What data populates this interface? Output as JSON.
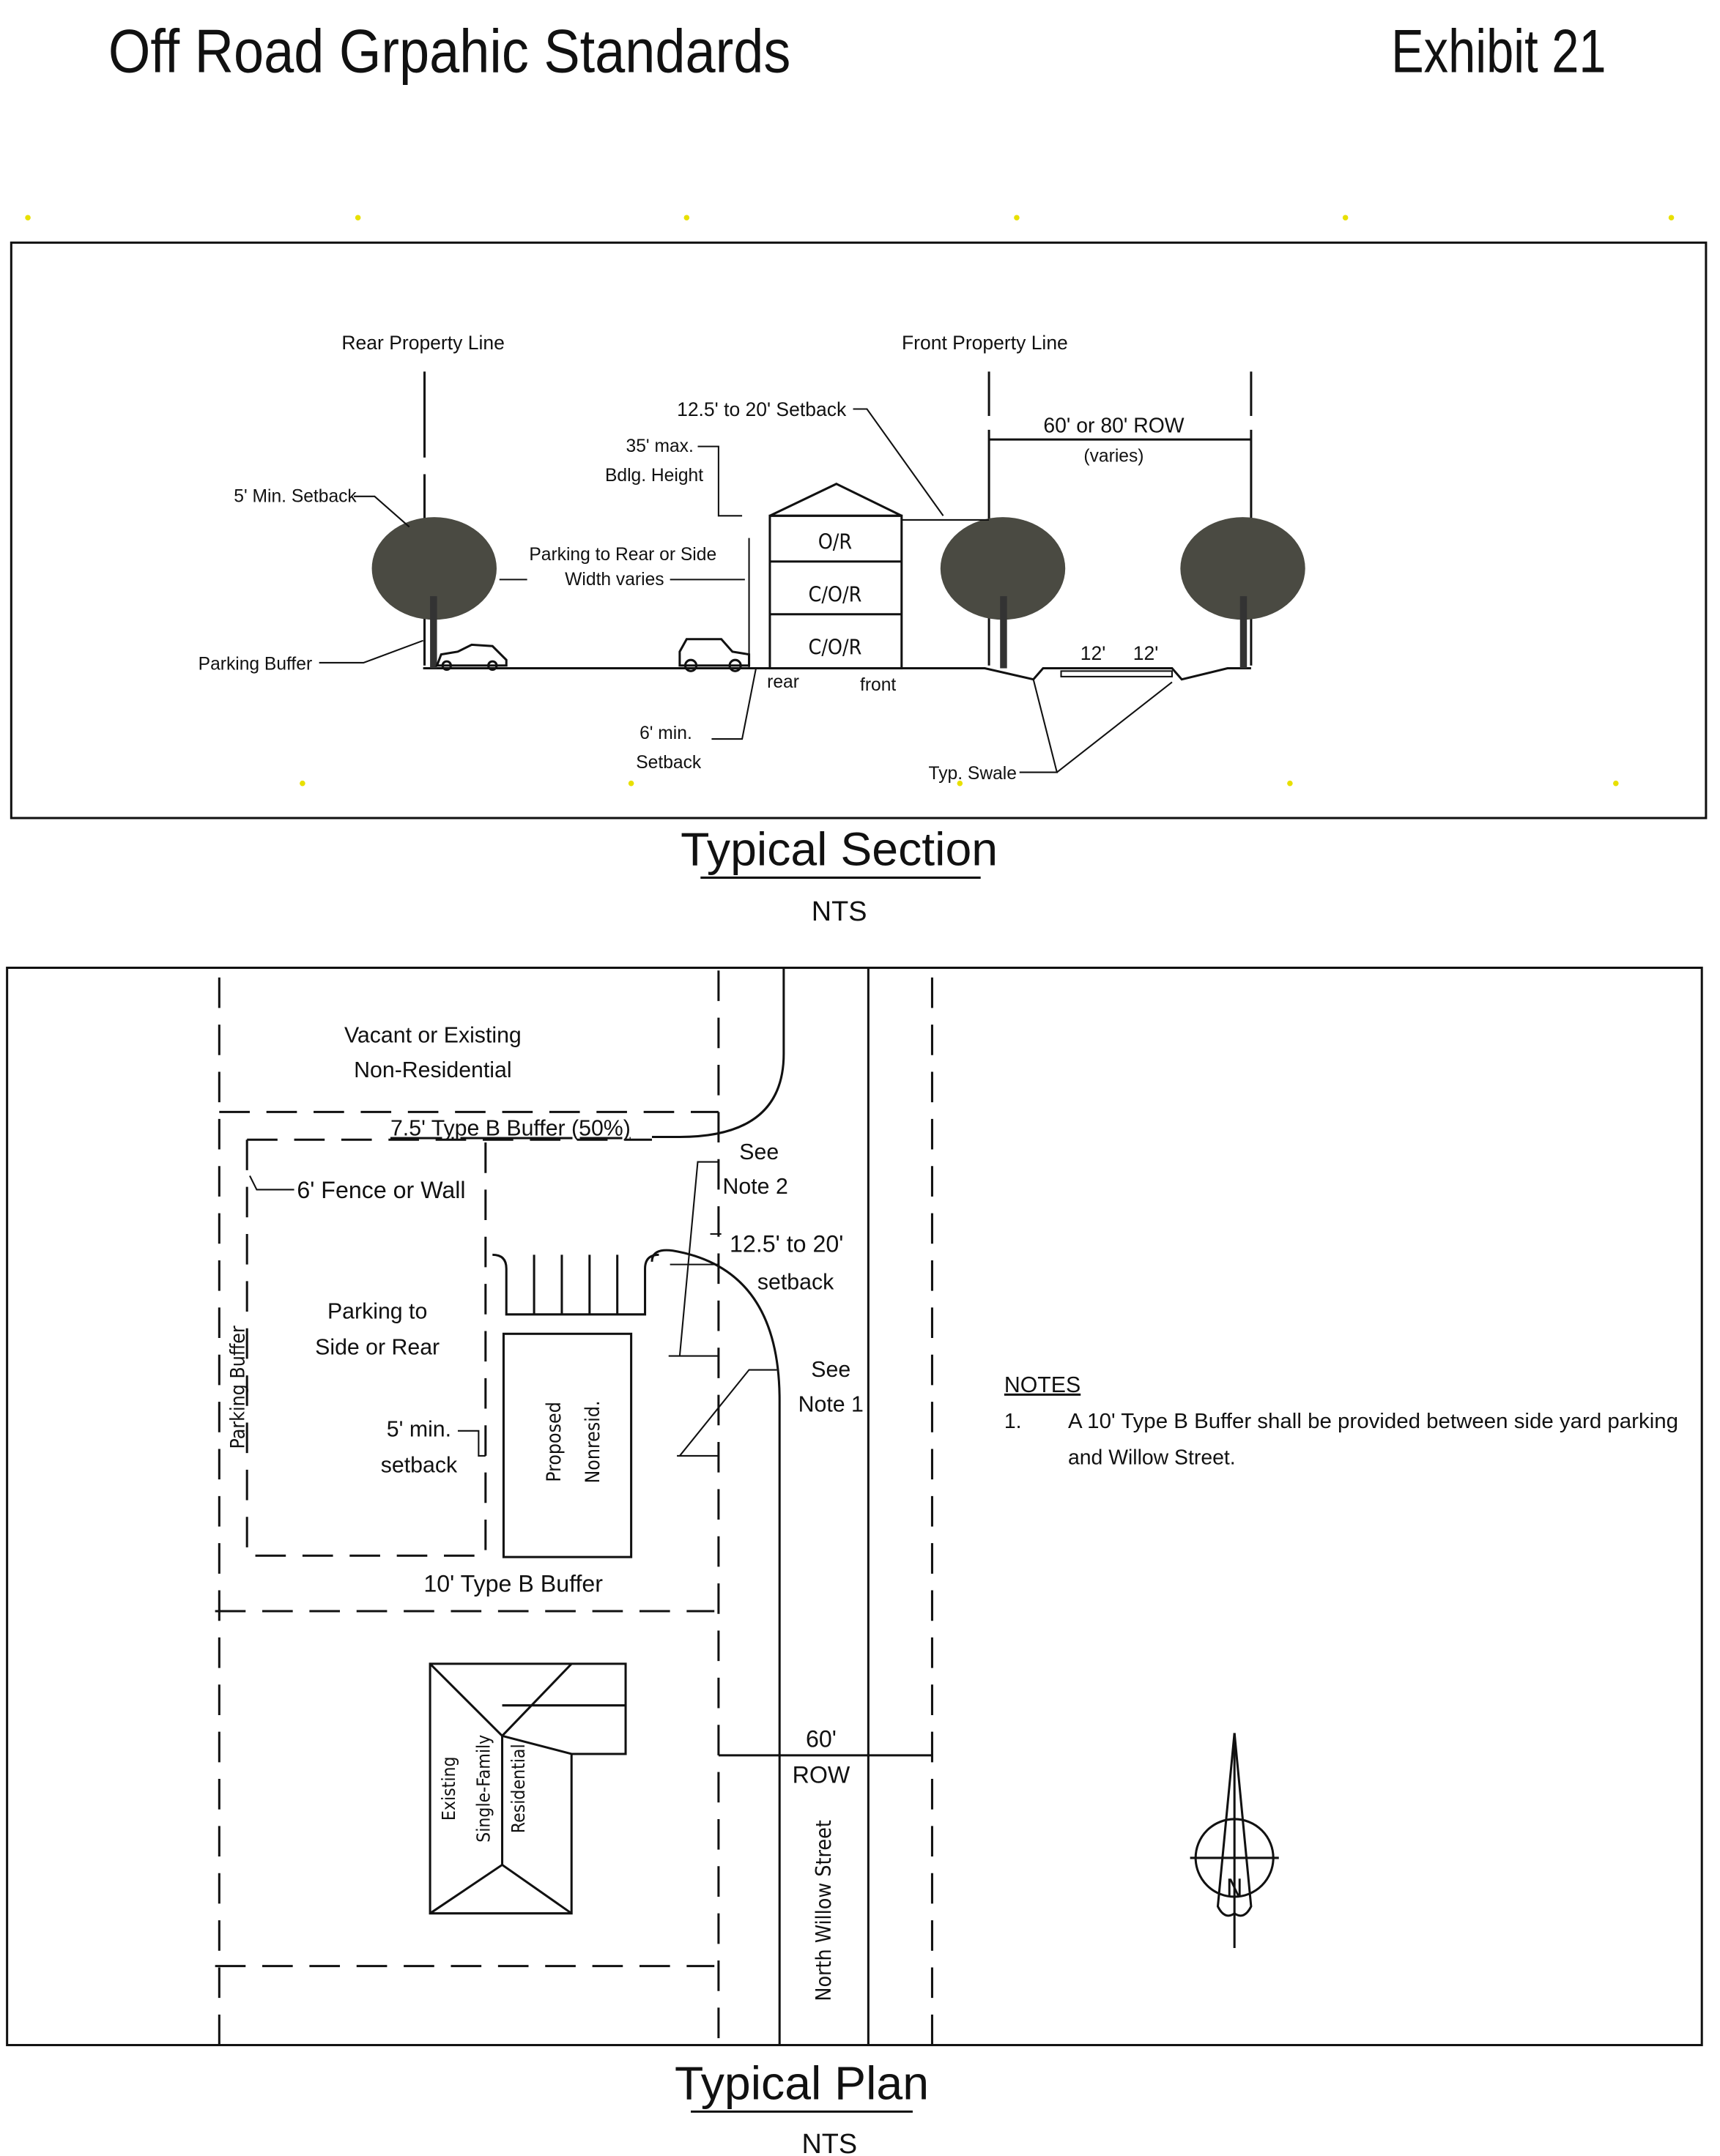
{
  "header": {
    "title": "Off Road Grpahic Standards",
    "exhibit": "Exhibit 21"
  },
  "section": {
    "title": "Typical Section",
    "scale": "NTS",
    "labels": {
      "rear_property_line": "Rear Property Line",
      "front_property_line": "Front Property Line",
      "front_setback": "12.5' to 20' Setback",
      "max_height_1": "35' max.",
      "max_height_2": "Bdlg. Height",
      "row_1": "60' or 80' ROW",
      "row_2": "(varies)",
      "min_setback": "5' Min. Setback",
      "parking_1": "Parking to Rear or Side",
      "parking_2": "Width varies",
      "parking_buffer": "Parking Buffer",
      "rear": "rear",
      "front": "front",
      "side_setback_1": "6' min.",
      "side_setback_2": "Setback",
      "swale": "Typ. Swale",
      "lane_1": "12'",
      "lane_2": "12'"
    },
    "floors": [
      "O/R",
      "C/O/R",
      "C/O/R"
    ]
  },
  "plan": {
    "title": "Typical Plan",
    "scale": "NTS",
    "labels": {
      "vacant_1": "Vacant or Existing",
      "vacant_2": "Non-Residential",
      "buffer_75": "7.5' Type B Buffer (50%)",
      "fence": "6' Fence or Wall",
      "see_note2_1": "See",
      "see_note2_2": "Note 2",
      "setback_1": "12.5' to 20'",
      "setback_2": "setback",
      "parking_1": "Parking to",
      "parking_2": "Side or Rear",
      "parking_buffer": "Parking Buffer",
      "see_note1_1": "See",
      "see_note1_2": "Note 1",
      "min_setback_1": "5' min.",
      "min_setback_2": "setback",
      "proposed_1": "Proposed",
      "proposed_2": "Nonresid.",
      "buffer_10": "10' Type B Buffer",
      "existing_1": "Existing",
      "existing_2": "Single-Family",
      "existing_3": "Residential",
      "row_1": "60'",
      "row_2": "ROW",
      "street": "North Willow Street",
      "north": "N"
    },
    "notes": {
      "heading": "NOTES",
      "items": [
        {
          "num": "1.",
          "line1": "A 10' Type B Buffer shall be provided between side yard parking",
          "line2": "and Willow Street."
        }
      ]
    }
  }
}
